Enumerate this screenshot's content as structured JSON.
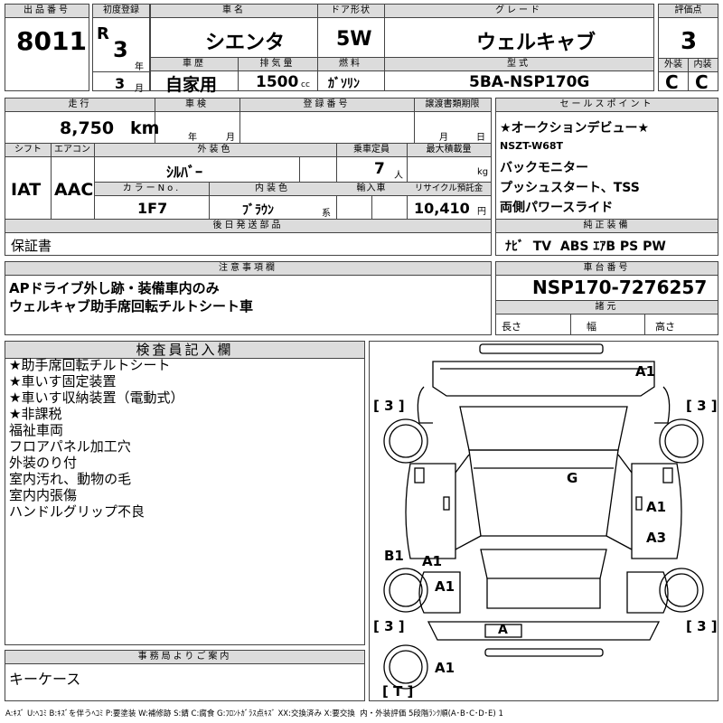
{
  "lot": {
    "label": "出品番号",
    "value": "8011"
  },
  "first_reg": {
    "label": "初度登録",
    "era": "R",
    "year": "3",
    "year_unit": "年",
    "month": "3",
    "month_unit": "月"
  },
  "car_name": {
    "label": "車名",
    "value": "シエンタ"
  },
  "door": {
    "label": "ドア形状",
    "value": "5W"
  },
  "grade": {
    "label": "グレード",
    "value": "ウェルキャブ"
  },
  "score": {
    "label": "評価点",
    "value": "3",
    "ext_label": "外装",
    "int_label": "内装",
    "ext": "C",
    "int": "C"
  },
  "history": {
    "label": "車歴",
    "value": "自家用"
  },
  "displacement": {
    "label": "排気量",
    "value": "1500",
    "unit": "cc"
  },
  "fuel": {
    "label": "燃料",
    "value": "ｶﾞｿﾘﾝ"
  },
  "model": {
    "label": "型式",
    "value": "5BA-NSP170G"
  },
  "mileage": {
    "label": "走行",
    "value": "8,750",
    "unit": "km"
  },
  "inspection": {
    "label": "車検",
    "year_unit": "年",
    "month_unit": "月"
  },
  "reg_no": {
    "label": "登録番号"
  },
  "transfer": {
    "label": "譲渡書類期限",
    "month_unit": "月",
    "day_unit": "日"
  },
  "shift": {
    "label": "シフト",
    "value": "IAT"
  },
  "aircon": {
    "label": "エアコン",
    "value": "AAC"
  },
  "ext_color": {
    "label": "外装色",
    "value": "ｼﾙﾊﾞｰ"
  },
  "capacity": {
    "label": "乗車定員",
    "value": "7",
    "unit": "人"
  },
  "max_load": {
    "label": "最大積載量",
    "unit": "kg"
  },
  "color_no": {
    "label": "カラーNo.",
    "value": "1F7"
  },
  "int_color": {
    "label": "内装色",
    "value": "ﾌﾞﾗｳﾝ",
    "suffix": "系"
  },
  "import": {
    "label": "輸入車"
  },
  "recycle": {
    "label": "リサイクル預託金",
    "value": "10,410",
    "unit": "円"
  },
  "sales_points": {
    "label": "セールスポイント",
    "items": [
      "★オークションデビュー★",
      "NSZT-W68T",
      "バックモニター",
      "プッシュスタート、TSS",
      "両側パワースライド"
    ]
  },
  "later_parts": {
    "label": "後日発送部品",
    "value": "保証書"
  },
  "genuine": {
    "label": "純正装備",
    "value": "ﾅﾋﾞ  TV  ABS ｴｱB PS PW"
  },
  "caution": {
    "label": "注意事項欄",
    "lines": [
      "APドライブ外し跡・装備車内のみ",
      "ウェルキャブ助手席回転チルトシート車"
    ]
  },
  "chassis": {
    "label": "車台番号",
    "value": "NSP170-7276257"
  },
  "specs": {
    "label": "諸元",
    "length": "長さ",
    "width": "幅",
    "height": "高さ"
  },
  "inspector": {
    "label": "検査員記入欄",
    "lines": [
      "★助手席回転チルトシート",
      "★車いす固定装置",
      "★車いす収納装置（電動式）",
      "★非課税",
      "福祉車両",
      "フロアパネル加工穴",
      "外装のり付",
      "室内汚れ、動物の毛",
      "室内内張傷",
      "ハンドルグリップ不良"
    ]
  },
  "office": {
    "label": "事務局よりご案内",
    "value": "キーケース"
  },
  "diagram": {
    "tl": "[ 3 ]",
    "tr": "[ 3 ]",
    "bl": "[ 3 ]",
    "br": "[ 3 ]",
    "bottom": "[ T ]",
    "marks": {
      "a1_top": "A1",
      "g": "G",
      "a1_r": "A1",
      "a3": "A3",
      "b1": "B1",
      "a1_l1": "A1",
      "a1_l2": "A1",
      "a_rear": "A",
      "a1_bottom": "A1"
    }
  },
  "legend": "A:ｷｽﾞ U:ﾍｺﾐ B:ｷｽﾞを伴うﾍｺﾐ P:要塗装 W:補修跡 S:錆 C:腐食 G:ﾌﾛﾝﾄｶﾞﾗｽ点ｷｽﾞ XX:交換済み X:要交換  内・外装評価 5段階ﾗﾝｸ順(A･B･C･D･E) 1"
}
